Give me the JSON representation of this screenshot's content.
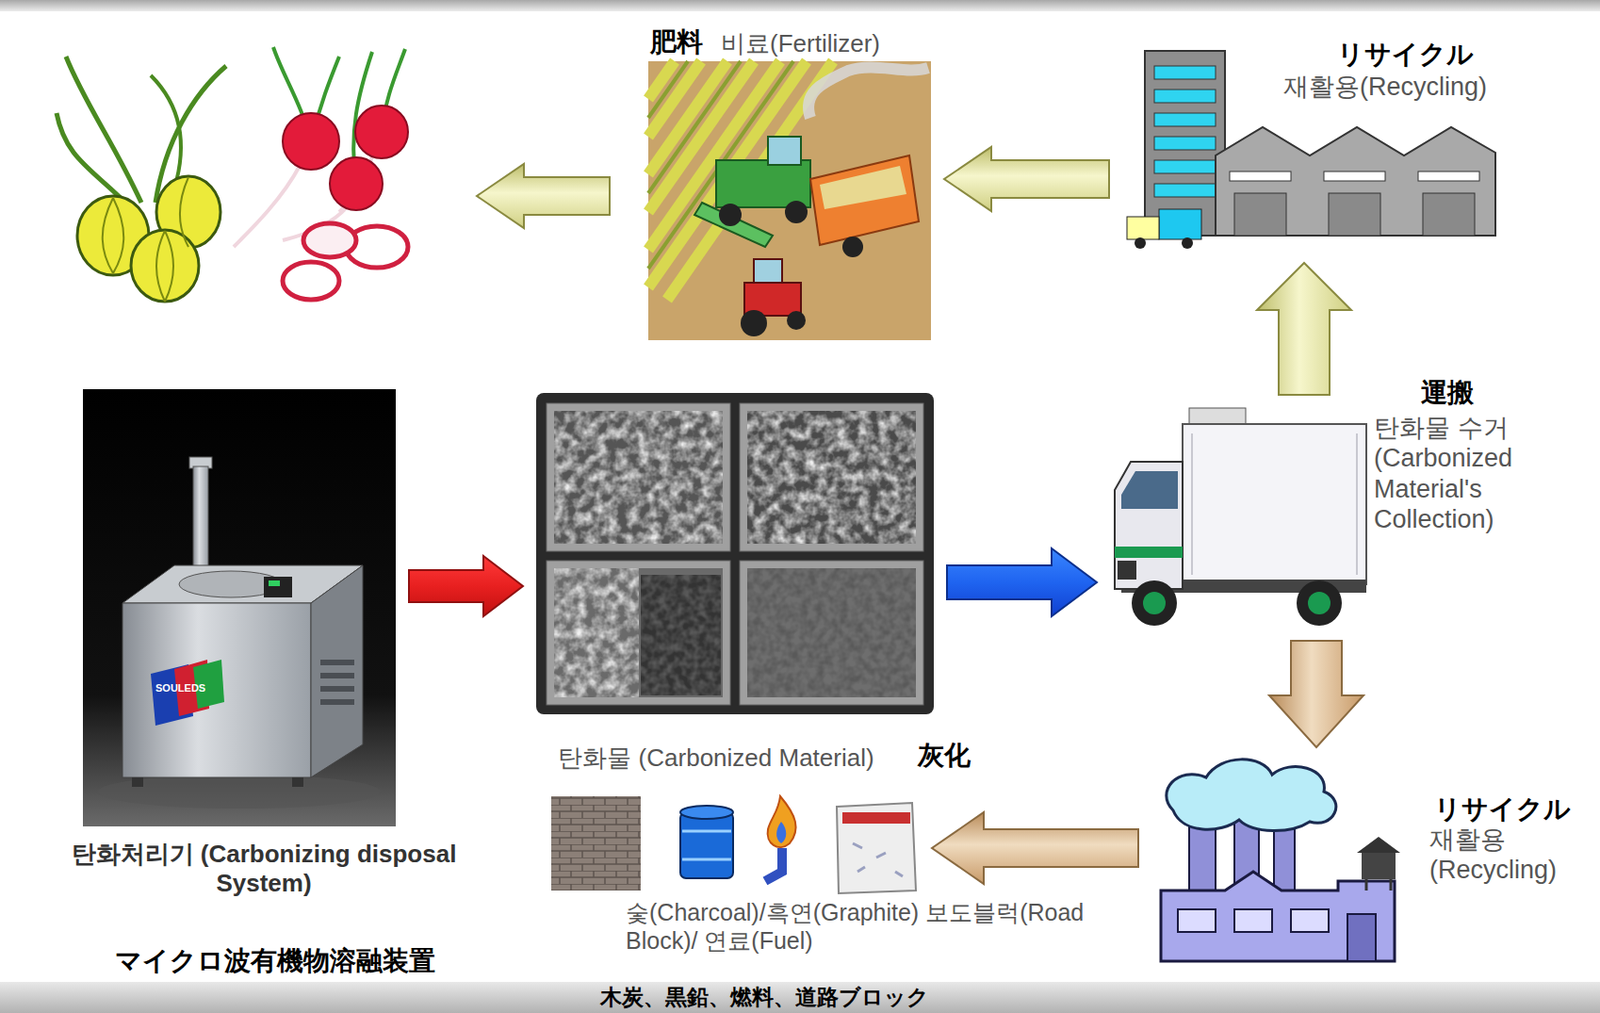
{
  "diagram": {
    "nodes": [
      {
        "text": [
          "비료(Fertilizer)",
          "肥料"
        ]
      },
      {
        "text": [
          "재활용(Recycling)",
          "リサイクル"
        ]
      },
      {
        "text": [
          "탄화처리기 (Carbonizing disposal System)",
          "マイクロ波有機物溶融装置"
        ]
      },
      {
        "text": [
          "탄화물 (Carbonized Material)",
          "灰化"
        ]
      },
      {
        "text": [
          "탄화물 수거 (Carbonized Material's Collection)",
          "運搬"
        ]
      },
      {
        "text": [
          "숯(Charcoal)/흑연(Graphite) 보도블럭(Road Block)/ 연료(Fuel)",
          "木炭、黒鉛、燃料、道路ブロック"
        ]
      },
      {
        "text": [
          "재활용 (Recycling)",
          "リサイクル"
        ]
      }
    ],
    "edges": [
      {
        "from": 2,
        "to": 3,
        "arrow": "to"
      },
      {
        "from": 3,
        "to": 4,
        "arrow": "to"
      },
      {
        "from": 4,
        "to": 1,
        "arrow": "to"
      },
      {
        "from": 1,
        "to": 0,
        "arrow": "to"
      },
      {
        "from": 4,
        "to": 6,
        "arrow": "to"
      },
      {
        "from": 6,
        "to": 5,
        "arrow": "to"
      }
    ],
    "labels": [
      "SOULEDS"
    ]
  }
}
